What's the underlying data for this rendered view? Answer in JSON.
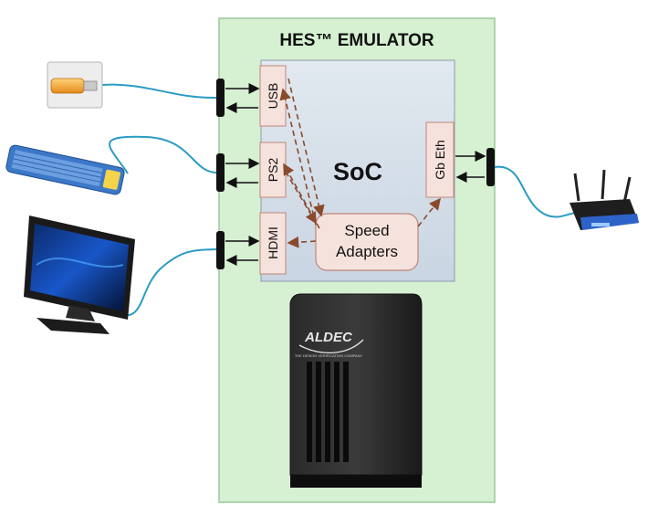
{
  "emulator": {
    "title": "HES™ EMULATOR"
  },
  "soc": {
    "label": "SoC"
  },
  "ports": {
    "usb": "USB",
    "ps2": "PS2",
    "hdmi": "HDMI",
    "gbeth": "Gb Eth"
  },
  "adapters": {
    "line1": "Speed",
    "line2": "Adapters"
  },
  "cabinet": {
    "brand": "ALDEC",
    "tagline": "THE DESIGN VERIFICATION COMPANY"
  },
  "colors": {
    "emulator_fill": "#d6f0d2",
    "emulator_stroke": "#9cc79a",
    "soc_fill": "#d3dde8",
    "port_fill": "#f6e2dc",
    "port_stroke": "#c0857b",
    "arrow": "#8a4a2c",
    "cable": "#2c9bc4"
  }
}
